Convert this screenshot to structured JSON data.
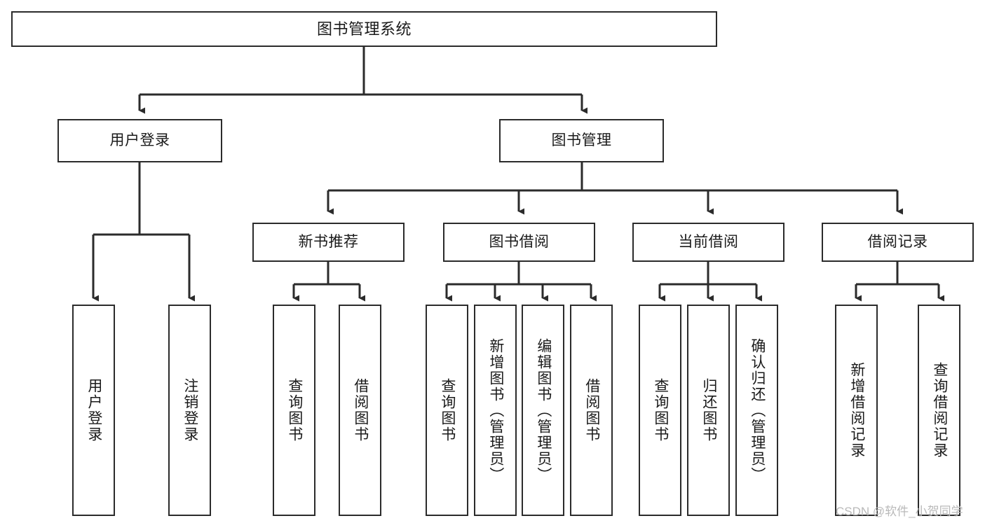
{
  "diagram": {
    "title": "图书管理系统",
    "type": "tree-structure-chart",
    "colors": {
      "box_border": "#2b2b2b",
      "box_fill": "#ffffff",
      "edge": "#2b2b2b",
      "watermark": "#b9b9b9",
      "background": "#ffffff"
    },
    "root": {
      "label": "图书管理系统"
    },
    "level2": [
      {
        "label": "用户登录"
      },
      {
        "label": "图书管理"
      }
    ],
    "level3": [
      {
        "label": "新书推荐"
      },
      {
        "label": "图书借阅"
      },
      {
        "label": "当前借阅"
      },
      {
        "label": "借阅记录"
      }
    ],
    "leaves": {
      "user_login": [
        {
          "label": "用户登录"
        },
        {
          "label": "注销登录"
        }
      ],
      "new_book_recommend": [
        {
          "label": "查询图书"
        },
        {
          "label": "借阅图书"
        }
      ],
      "book_borrow": [
        {
          "label": "查询图书"
        },
        {
          "label": "新增图书（管理员）"
        },
        {
          "label": "编辑图书（管理员）"
        },
        {
          "label": "借阅图书"
        }
      ],
      "current_borrow": [
        {
          "label": "查询图书"
        },
        {
          "label": "归还图书"
        },
        {
          "label": "确认归还（管理员）"
        }
      ],
      "borrow_record": [
        {
          "label": "新增借阅记录"
        },
        {
          "label": "查询借阅记录"
        }
      ]
    }
  },
  "watermark": {
    "text": "CSDN @软件_小贺同学"
  }
}
